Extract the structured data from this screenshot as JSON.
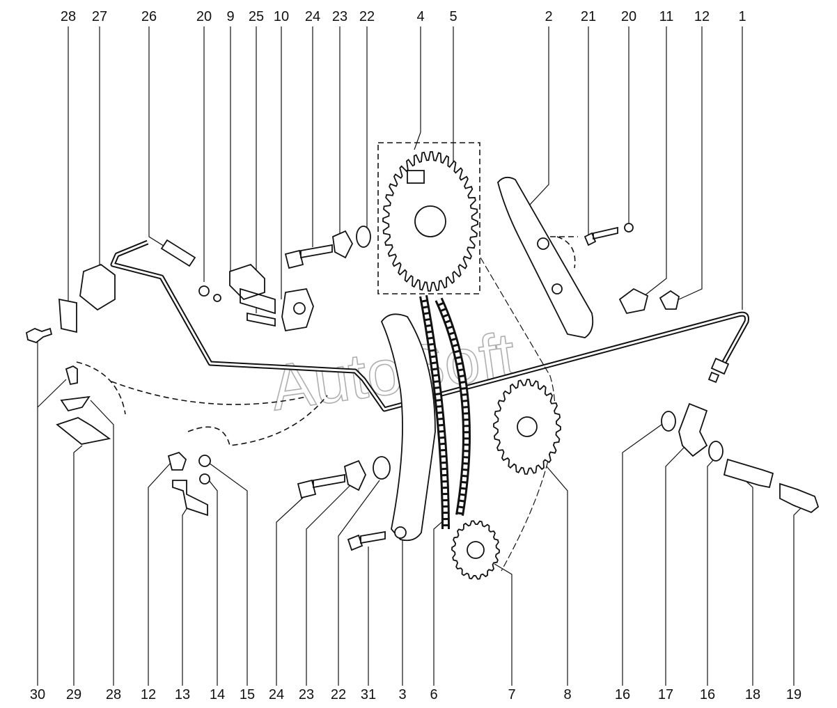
{
  "watermark": "AutoSoft",
  "top_callouts": [
    "28",
    "27",
    "26",
    "20",
    "9",
    "25",
    "10",
    "24",
    "23",
    "22",
    "4",
    "5",
    "2",
    "21",
    "20",
    "11",
    "12",
    "1"
  ],
  "bottom_callouts": [
    "30",
    "29",
    "28",
    "12",
    "13",
    "14",
    "15",
    "24",
    "23",
    "22",
    "31",
    "3",
    "6",
    "7",
    "8",
    "16",
    "17",
    "16",
    "18",
    "19"
  ],
  "colors": {
    "ink": "#111111",
    "watermark": "#9a9a9a"
  }
}
